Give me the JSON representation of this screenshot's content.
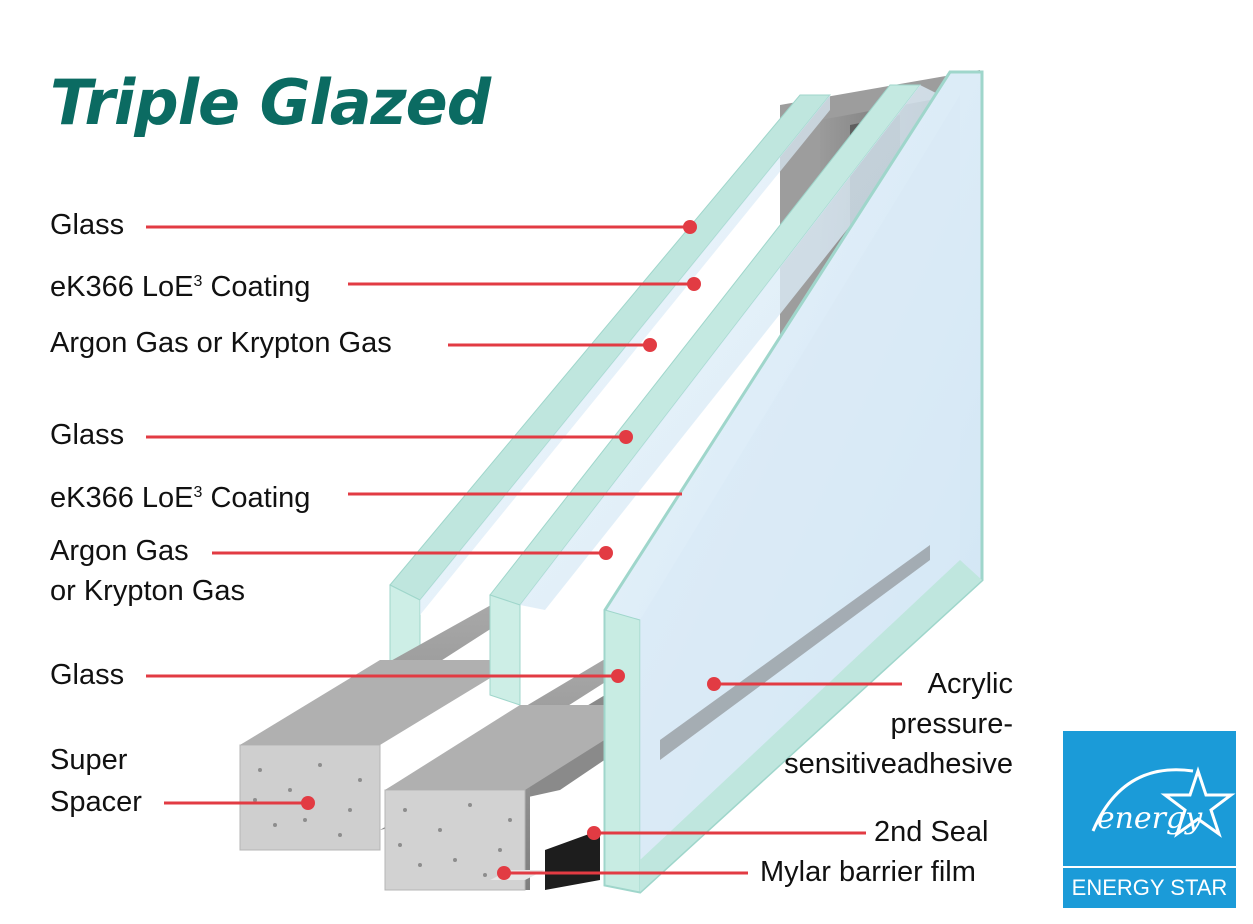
{
  "title": "Triple Glazed",
  "labels": {
    "glass_1": "Glass",
    "coating_1_prefix": "eK366 LoE",
    "coating_1_sup": "3",
    "coating_1_suffix": " Coating",
    "gas_1": "Argon Gas or Krypton Gas",
    "glass_2": "Glass",
    "coating_2_prefix": "eK366 LoE",
    "coating_2_sup": "3",
    "coating_2_suffix": " Coating",
    "gas_2_line1": "Argon Gas",
    "gas_2_line2": "or Krypton Gas",
    "glass_3": "Glass",
    "spacer_line1": "Super",
    "spacer_line2": "Spacer",
    "adhesive_line1": "Acrylic",
    "adhesive_line2": "pressure-",
    "adhesive_line3": "sensitiveadhesive",
    "seal": "2nd Seal",
    "film": "Mylar barrier film"
  },
  "badge": {
    "word": "energy",
    "name": "ENERGY STAR"
  },
  "colors": {
    "title": "#0b6b62",
    "leader": "#e23b43",
    "glass_edge": "#bfe6de",
    "glass_face": "#dcecf7",
    "spacer": "#9a9a9a",
    "badge": "#1b9bd8"
  }
}
